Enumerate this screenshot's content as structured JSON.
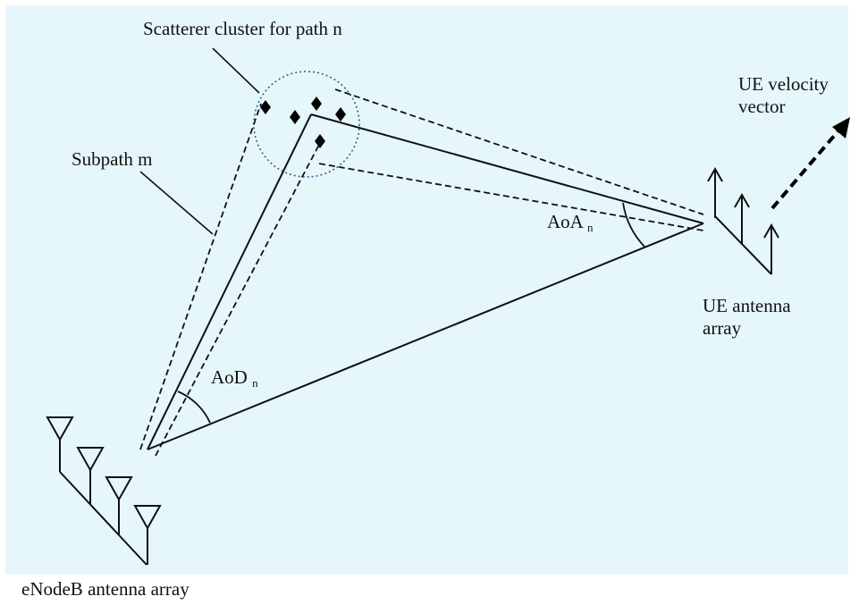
{
  "labels": {
    "scatterer_cluster": "Scatterer cluster for path n",
    "subpath": "Subpath m",
    "aoa_main": "AoA",
    "aoa_sub": "n",
    "aod_main": "AoD",
    "aod_sub": "n",
    "ue_velocity_line1": "UE velocity",
    "ue_velocity_line2": "vector",
    "ue_antenna_line1": "UE antenna",
    "ue_antenna_line2": "array",
    "enodeb_antenna": "eNodeB antenna array"
  },
  "colors": {
    "background": "#e6f7fc",
    "stroke": "#111111",
    "cluster_circle": "#3a5b8a"
  }
}
